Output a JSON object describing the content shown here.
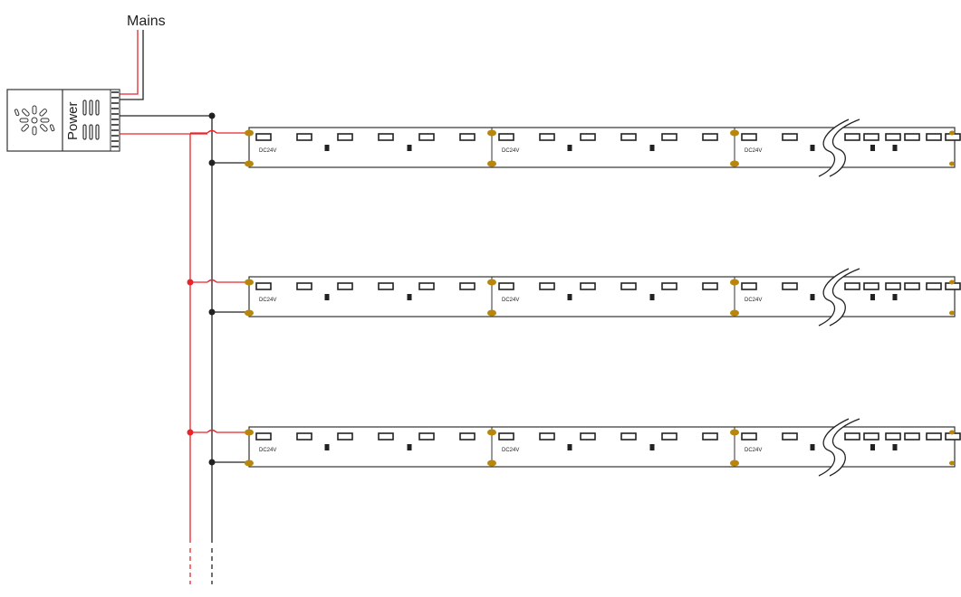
{
  "mains_label": "Mains",
  "power_label": "Power",
  "colors": {
    "positive_wire": "#e8252b",
    "negative_wire": "#222222",
    "pad": "#b8860b",
    "strip_outline": "#333333"
  },
  "strips": [
    {
      "segments": [
        {
          "label": "DC24V"
        },
        {
          "label": "DC24V"
        },
        {
          "label": "DC24V"
        }
      ]
    },
    {
      "segments": [
        {
          "label": "DC24V"
        },
        {
          "label": "DC24V"
        },
        {
          "label": "DC24V"
        }
      ]
    },
    {
      "segments": [
        {
          "label": "DC24V"
        },
        {
          "label": "DC24V"
        },
        {
          "label": "DC24V"
        }
      ]
    }
  ]
}
